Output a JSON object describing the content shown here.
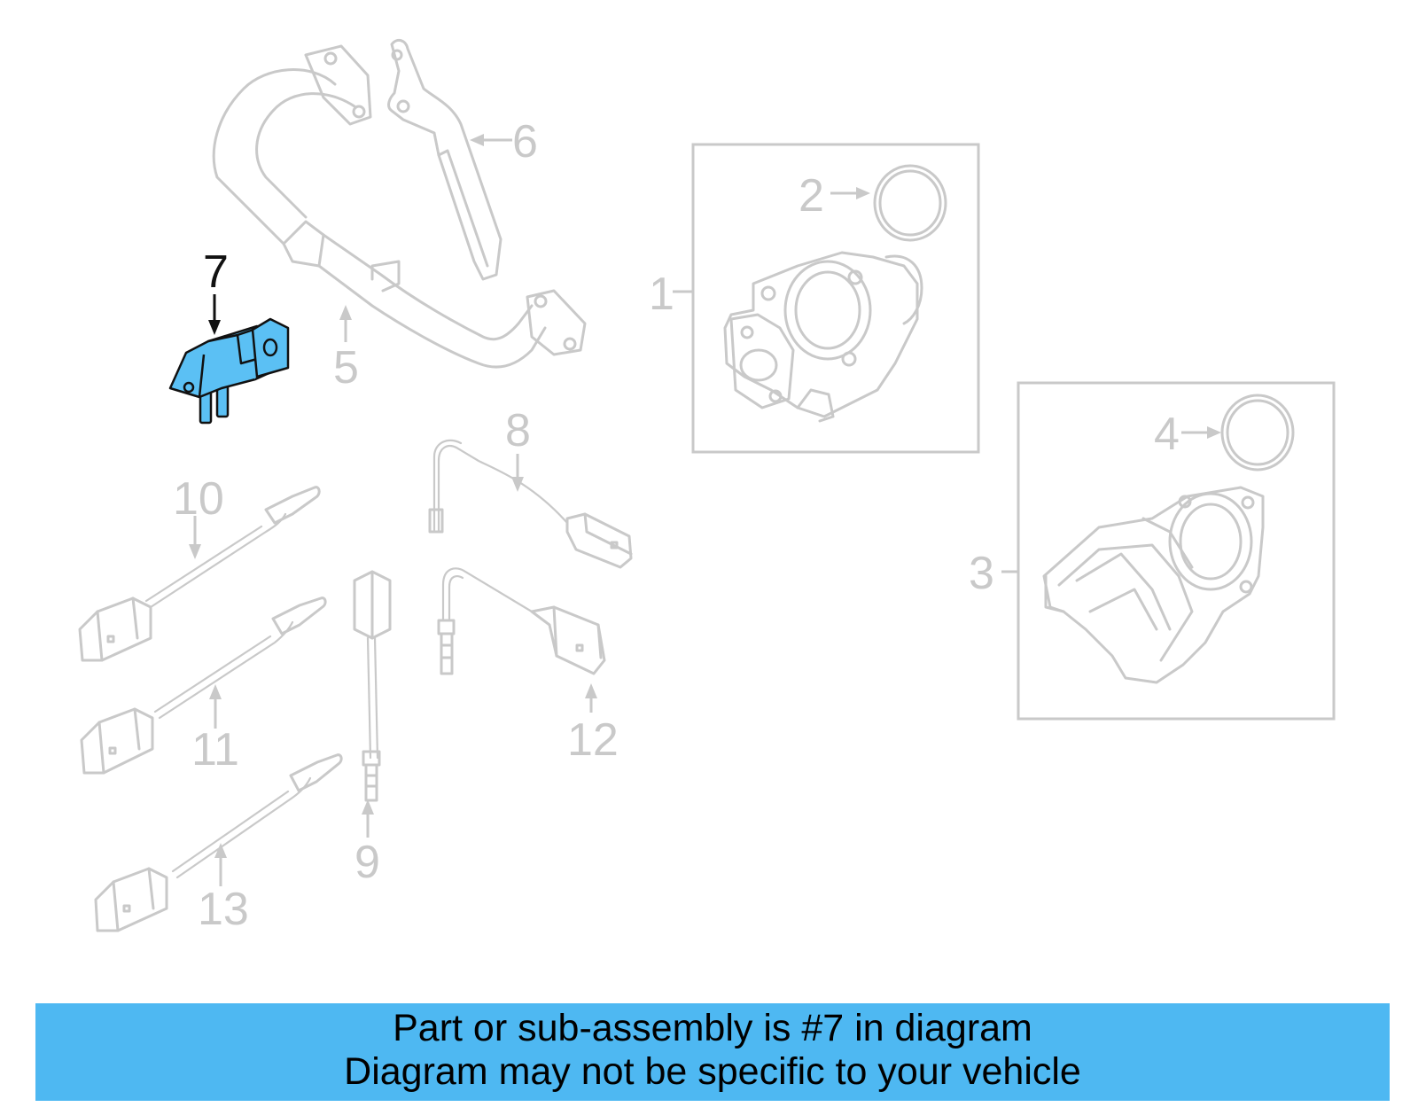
{
  "callouts": {
    "c1": "1",
    "c2": "2",
    "c3": "3",
    "c4": "4",
    "c5": "5",
    "c6": "6",
    "c7": "7",
    "c8": "8",
    "c9": "9",
    "c10": "10",
    "c11": "11",
    "c12": "12",
    "c13": "13"
  },
  "highlight_color": "#5bc0f4",
  "banner": {
    "line1": "Part or sub-assembly is #7 in diagram",
    "line2": "Diagram may not be specific to your vehicle",
    "background": "#4eb8f2"
  }
}
